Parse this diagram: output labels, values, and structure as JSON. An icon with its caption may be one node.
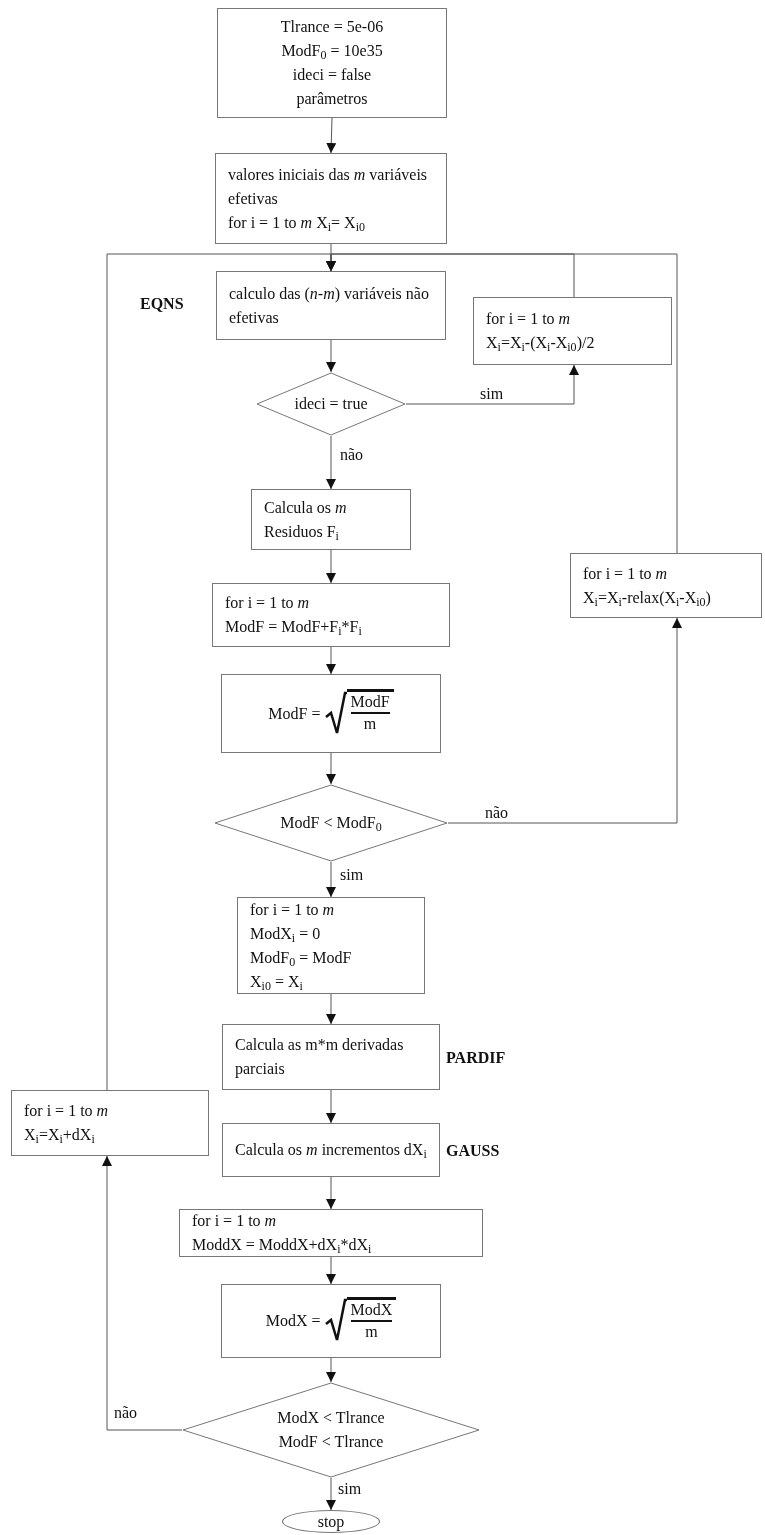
{
  "diagram": {
    "nodes": [
      {
        "text": [
          "Tlrance = 5e-06",
          "ModF$_{0}$ = 10e35",
          "ideci = false",
          "parâmetros"
        ]
      },
      {
        "text": [
          "valores iniciais das *m* variáveis efetivas",
          "for i = 1 to *m* X$_{i}$= X$_{i0}$"
        ]
      },
      {
        "text": [
          "calculo das (*n-m*) variáveis não efetivas"
        ],
        "beside": [
          "EQNS"
        ]
      },
      {
        "text": [
          "ideci = true"
        ]
      },
      {
        "text": [
          "for i = 1 to *m*",
          "X$_{i}$=X$_{i}$-(X$_{i}$-X$_{i0}$)/2"
        ]
      },
      {
        "text": [
          "Calcula os *m* Residuos F$_{i}$"
        ]
      },
      {
        "text": [
          "for i = 1 to *m*",
          "ModF = ModF+F$_{i}$*F$_{i}$"
        ]
      },
      {
        "text": [
          "ModF =",
          "ModF",
          "m"
        ]
      },
      {
        "text": [
          "ModF < ModF$_{0}$"
        ]
      },
      {
        "text": [
          "for i = 1 to *m*",
          "ModX$_{i}$ = 0",
          "ModF$_{0}$ = ModF",
          "X$_{i0}$ = X$_{i}$"
        ]
      },
      {
        "text": [
          "Calcula as m*m derivadas parciais"
        ],
        "beside": [
          "PARDIF"
        ]
      },
      {
        "text": [
          "for i = 1 to *m*",
          "X$_{i}$=X$_{i}$+dX$_{i}$"
        ]
      },
      {
        "text": [
          "Calcula os *m* incrementos dX$_{i}$"
        ],
        "beside": [
          "GAUSS"
        ]
      },
      {
        "text": [
          "for i = 1 to *m*",
          "ModdX = ModdX+dX$_{i}$*dX$_{i}$"
        ]
      },
      {
        "text": [
          "ModX =",
          "ModX",
          "m"
        ]
      },
      {
        "text": [
          "ModX < Tlrance",
          "ModF < Tlrance"
        ]
      },
      {
        "text": [
          "stop"
        ]
      },
      {
        "text": [
          "for i = 1 to *m*",
          "X$_{i}$=X$_{i}$-relax(X$_{i}$-X$_{i0}$)"
        ]
      }
    ],
    "edges": [
      {
        "from": 0,
        "to": 1,
        "arrow": "to"
      },
      {
        "from": 1,
        "to": 2,
        "arrow": "to"
      },
      {
        "from": 2,
        "to": 3,
        "arrow": "to"
      },
      {
        "from": 3,
        "to": 5,
        "arrow": "to",
        "label": "não"
      },
      {
        "from": 3,
        "to": 4,
        "arrow": "to",
        "label": "sim"
      },
      {
        "from": 4,
        "to": 2,
        "arrow": "to"
      },
      {
        "from": 5,
        "to": 6,
        "arrow": "to"
      },
      {
        "from": 6,
        "to": 7,
        "arrow": "to"
      },
      {
        "from": 7,
        "to": 8,
        "arrow": "to"
      },
      {
        "from": 8,
        "to": 9,
        "arrow": "to",
        "label": "sim"
      },
      {
        "from": 8,
        "to": 17,
        "arrow": "to",
        "label": "não"
      },
      {
        "from": 17,
        "to": 2,
        "arrow": "to"
      },
      {
        "from": 9,
        "to": 10,
        "arrow": "to"
      },
      {
        "from": 10,
        "to": 12,
        "arrow": "to"
      },
      {
        "from": 12,
        "to": 13,
        "arrow": "to"
      },
      {
        "from": 13,
        "to": 14,
        "arrow": "to"
      },
      {
        "from": 14,
        "to": 15,
        "arrow": "to"
      },
      {
        "from": 15,
        "to": 16,
        "arrow": "to",
        "label": "sim"
      },
      {
        "from": 15,
        "to": 11,
        "arrow": "to",
        "label": "não"
      },
      {
        "from": 11,
        "to": 2,
        "arrow": "to"
      }
    ]
  }
}
